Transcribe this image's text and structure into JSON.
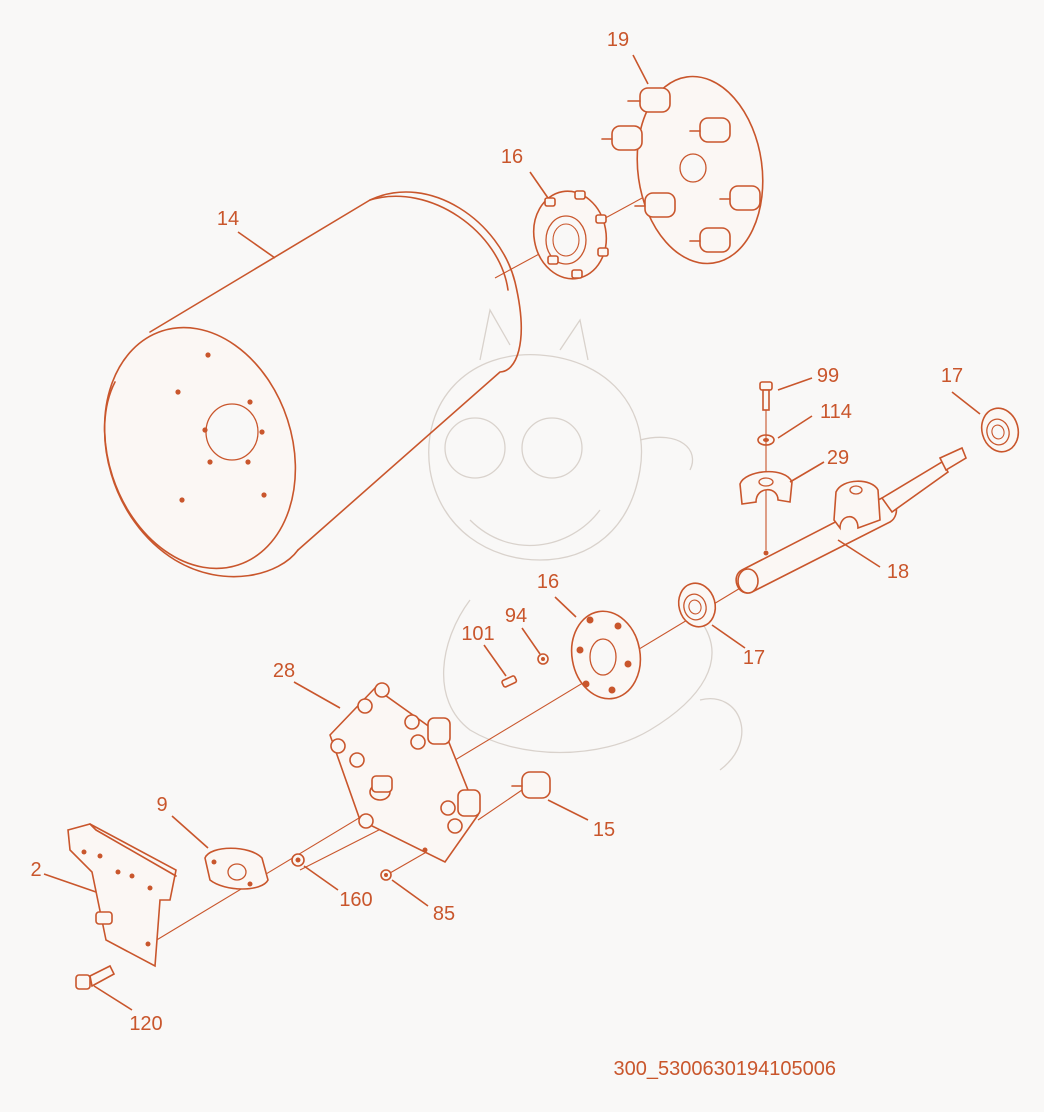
{
  "diagram": {
    "callouts": [
      "19",
      "16",
      "14",
      "99",
      "17",
      "114",
      "29",
      "18",
      "16",
      "94",
      "101",
      "17",
      "28",
      "9",
      "15",
      "2",
      "160",
      "85",
      "120"
    ],
    "code": "300_5300630194105006",
    "colors": {
      "line": "#c9562c",
      "background": "#f9f8f7",
      "watermark": "#d9d2cc"
    }
  }
}
